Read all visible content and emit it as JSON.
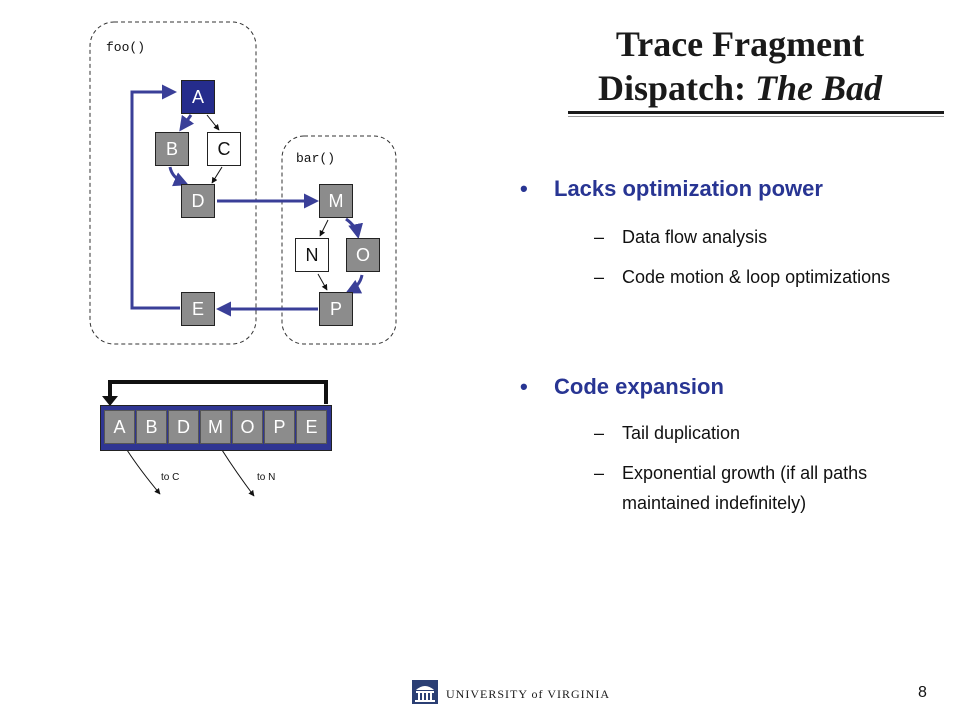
{
  "title": {
    "line1": "Trace Fragment",
    "line2_plain": "Dispatch: ",
    "line2_italic": "The Bad"
  },
  "bullets": [
    {
      "text": "Lacks optimization power",
      "subs": [
        "Data flow analysis",
        "Code motion & loop optimizations"
      ]
    },
    {
      "text": "Code expansion",
      "subs": [
        "Tail duplication",
        "Exponential growth (if all paths maintained indefinitely)"
      ]
    }
  ],
  "bullet_marker": "•",
  "sub_marker": "–",
  "diagram": {
    "foo_label": "foo()",
    "bar_label": "bar()",
    "foo_nodes": {
      "A": "A",
      "B": "B",
      "C": "C",
      "D": "D",
      "E": "E"
    },
    "bar_nodes": {
      "M": "M",
      "N": "N",
      "O": "O",
      "P": "P"
    },
    "trace": [
      "A",
      "B",
      "D",
      "M",
      "O",
      "P",
      "E"
    ],
    "exits": {
      "to_c": "to C",
      "to_n": "to N"
    },
    "colors": {
      "trace_blue": "#2f3592",
      "node_gray": "#8c8c8c",
      "node_blue": "#252c8c",
      "edge_blue": "#3a3f98"
    }
  },
  "footer": {
    "university": "UNIVERSITY of VIRGINIA",
    "page_number": "8"
  }
}
